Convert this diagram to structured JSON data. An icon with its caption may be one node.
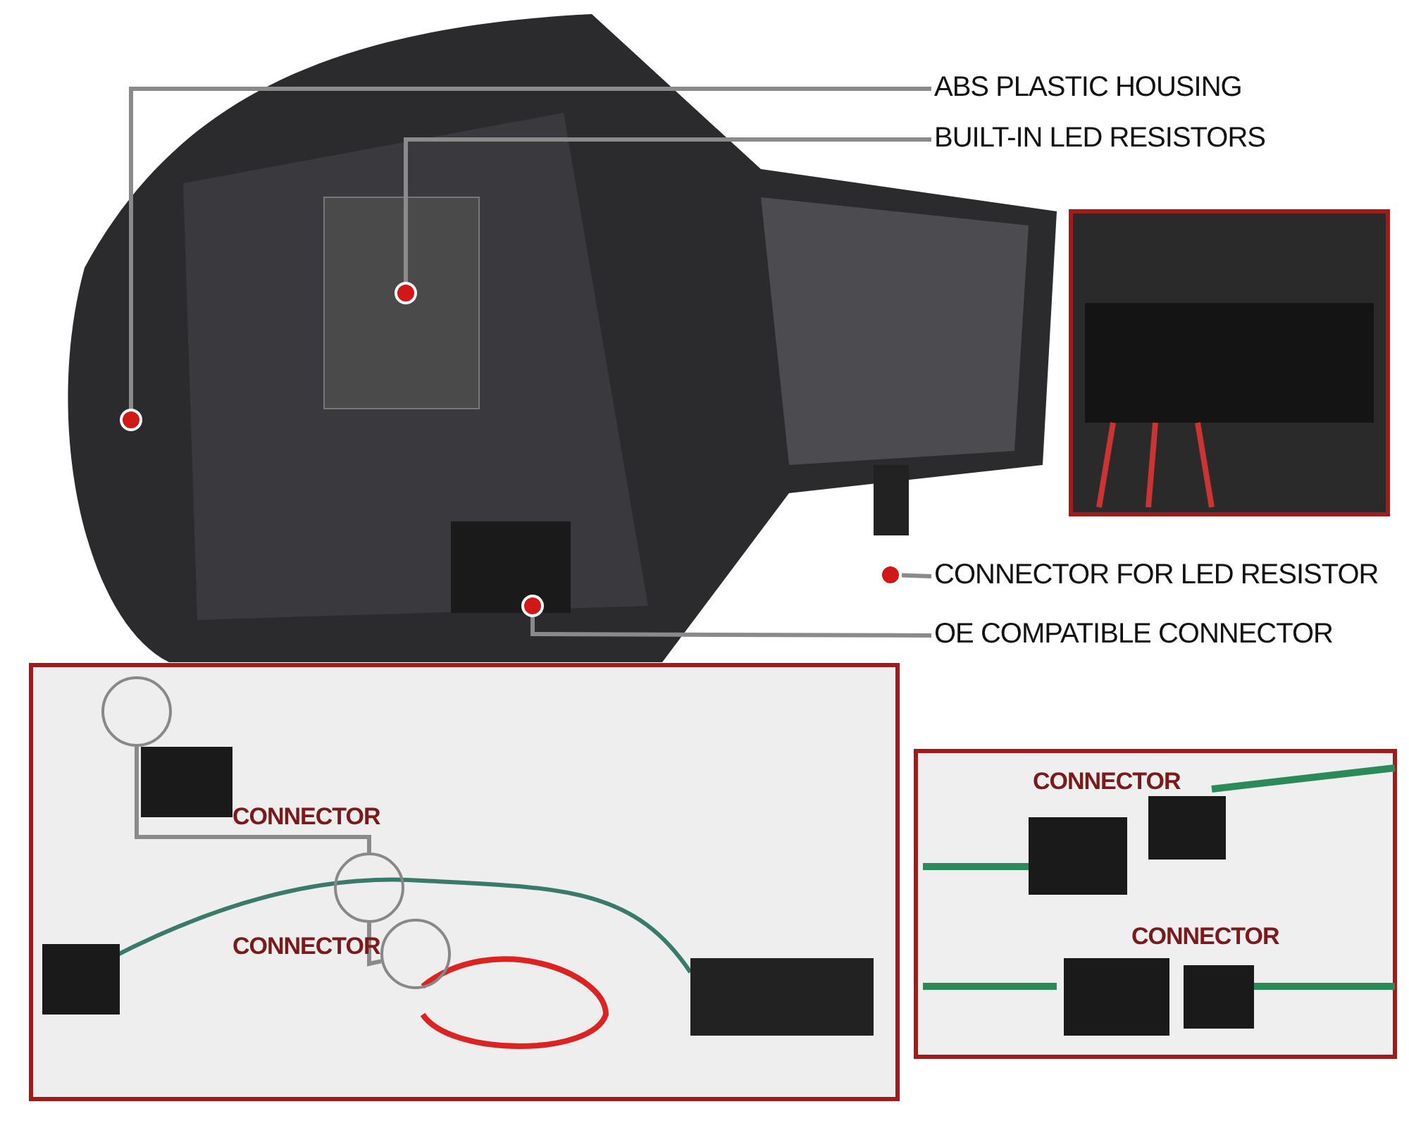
{
  "diagram": {
    "nodes": [
      {
        "text": [
          "ABS PLASTIC HOUSING"
        ]
      },
      {
        "text": [
          "BUILT-IN LED RESISTORS"
        ]
      },
      {
        "text": [
          "CONNECTOR FOR LED RESISTOR"
        ]
      },
      {
        "text": [
          "OE COMPATIBLE CONNECTOR"
        ]
      },
      {
        "text": [],
        "shape": "circle"
      },
      {
        "text": [],
        "shape": "circle"
      },
      {
        "text": [],
        "shape": "circle"
      },
      {
        "text": [],
        "shape": "circle"
      },
      {
        "text": [],
        "shape": "circle"
      },
      {
        "text": [],
        "shape": "circle"
      },
      {
        "text": [],
        "shape": "circle"
      }
    ],
    "edges": [
      {
        "from": 0,
        "to": 4,
        "arrow": "none"
      },
      {
        "from": 1,
        "to": 5,
        "arrow": "none"
      },
      {
        "from": 2,
        "to": 7,
        "arrow": "none"
      },
      {
        "from": 3,
        "to": 6,
        "arrow": "none"
      },
      {
        "from": 8,
        "to": 9,
        "arrow": "none",
        "label": "CONNECTOR"
      },
      {
        "from": 9,
        "to": 10,
        "arrow": "none",
        "label": "CONNECTOR"
      }
    ],
    "labels": [
      "CONNECTOR",
      "CONNECTOR"
    ]
  }
}
